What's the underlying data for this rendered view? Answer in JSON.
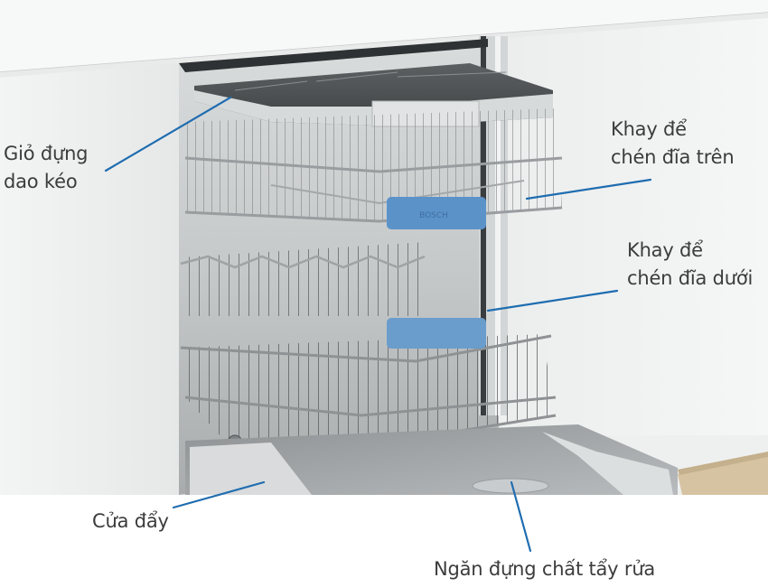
{
  "image": {
    "subject": "Built-in dishwasher, open door, racks pulled out",
    "brand_badge": "BOSCH",
    "accent_color": "#1f6db0",
    "rack_handle_color": "#5b93c9",
    "label_color": "#3c3c3c"
  },
  "callouts": [
    {
      "id": "cutlery-basket",
      "lines": [
        "Giỏ đựng",
        "dao kéo"
      ]
    },
    {
      "id": "upper-rack",
      "lines": [
        "Khay để",
        "chén đĩa trên"
      ]
    },
    {
      "id": "lower-rack",
      "lines": [
        "Khay để",
        "chén đĩa dưới"
      ]
    },
    {
      "id": "door",
      "lines": [
        "Cửa đẩy"
      ]
    },
    {
      "id": "detergent-compartment",
      "lines": [
        "Ngăn đựng chất tẩy rửa"
      ]
    }
  ]
}
